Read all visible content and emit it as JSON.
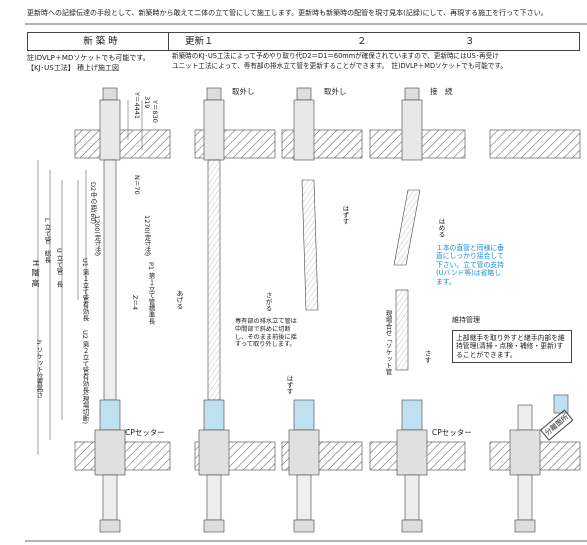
{
  "header": {
    "intro": "更新時への記録伝達の手段として、新築時から敢えて二体の立て管にして施工します。更新時も新築時の配管を現寸見本(記録)にして、再現する施工を行って下さい。"
  },
  "sections": {
    "shinchiku": "新 築 時",
    "koushin1": "更新１",
    "arrow2": "２",
    "arrow3": "３"
  },
  "notes": {
    "left_note1": "註)DVLP＋MDソケットでも可能です。",
    "left_note2": "【KJ･US工法】 積上げ施工図",
    "right_note1": "新築時のKJ･US工法によって予めやり取り代D2＝D1＝60mmが確保されていますので、更新時にはUS･再受け",
    "right_note2": "ユニット工法によって、専有部の排水立て管を更新することができます。　註)DVLP＋MDソケットでも可能です。"
  },
  "step_labels": {
    "torihazushi1": "取外し",
    "torihazushi2": "取外し",
    "setsuzoku": "接　続",
    "cp_setter1": "CPセッター",
    "cp_setter2": "CPセッター",
    "ijikanri": "維持管理",
    "bunkaisho": "分離箇所",
    "hazusu1": "はずす",
    "hazusu2": "はずす",
    "hameru": "はめる",
    "sagaru": "さがる",
    "ageru": "あげる",
    "sasu": "さす",
    "ijikanri_desc": "上部継手を取り外すと継手内部を維持管理(清掃・点検・補修・更新)することができます。",
    "cut_desc": "専有部の排水立て管は中間部で斜めに切断し、そのまま前後に揺すって取り外します。",
    "support_note": "１本の直管と同様に垂直にしっかり接合して下さい。立て管の支持(Uバンド等)は省略します。",
    "pipe_note": "現場合せ「ソケット管"
  },
  "dimensions": {
    "y_total": "Y＝830",
    "y_4441": "Y＝4441",
    "y_319": "319",
    "z_4": "Z＝4",
    "n_70": "N＝70",
    "d2": "D2中の距(60)",
    "u1_1200": "1200(定寸法)",
    "u2_1270": "1270(定寸法)",
    "kaidaka": "H 階 高",
    "kyori_L": "L 立て管　総長",
    "kyori_U": "U 立て管　長",
    "socket_h": "h ソケット位置高さ",
    "u1_label": "U1 第１立て管有効長",
    "u2_label": "U2 第２立て管有効長(現場切断)",
    "p1_label": "P1 第１立て管標準長"
  }
}
